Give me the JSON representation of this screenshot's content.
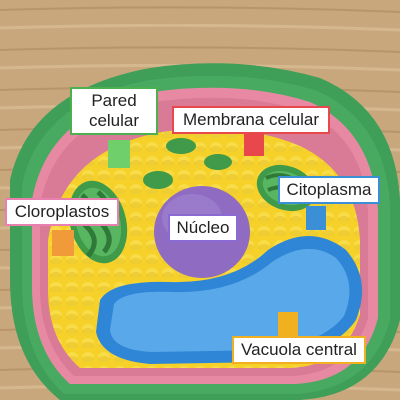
{
  "labels": {
    "pared_celular": {
      "line1": "Pared",
      "line2": "celular",
      "color": "#4caf50"
    },
    "membrana_celular": {
      "text": "Membrana celular",
      "color": "#e8474b"
    },
    "citoplasma": {
      "text": "Citoplasma",
      "color": "#3b8fd6"
    },
    "cloroplastos": {
      "text": "Cloroplastos",
      "color": "#e880b0"
    },
    "nucleo": {
      "text": "Núcleo",
      "color": "#8a6bd4"
    },
    "vacuola_central": {
      "text": "Vacuola central",
      "color": "#f0b020"
    }
  },
  "colors": {
    "wall_green": "#3f9e58",
    "membrane_pink": "#e889a4",
    "cytoplasm_yellow": "#f5d12a",
    "chloroplast_green": "#3f9a4a",
    "nucleus_purple": "#8f6cc2",
    "vacuole_blue": "#2f86d6",
    "table_wood": "#c8a77c"
  }
}
